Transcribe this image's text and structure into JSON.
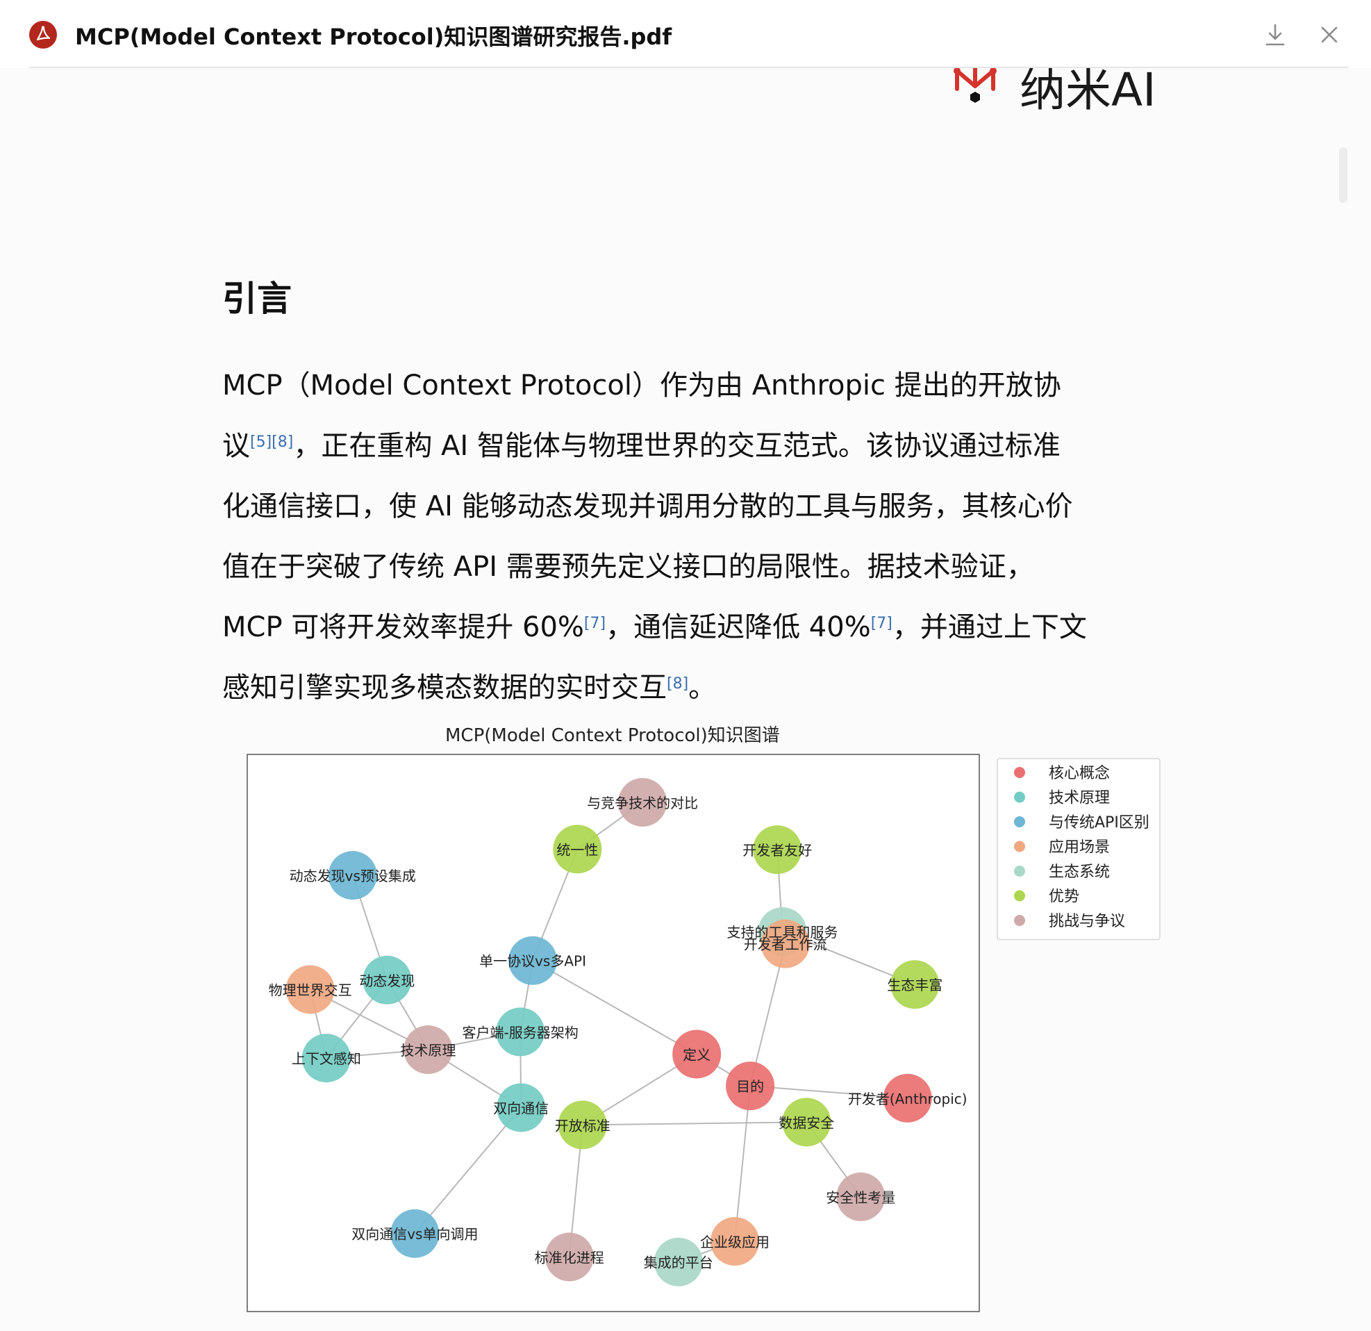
{
  "header": {
    "title": "MCP(Model Context Protocol)知识图谱研究报告.pdf",
    "pdf_icon": "acrobat-pdf-icon",
    "download_icon": "download-icon",
    "close_icon": "close-icon"
  },
  "logo": {
    "text": "纳米AI"
  },
  "section": {
    "heading": "引言"
  },
  "paragraph": {
    "segments": [
      {
        "t": "MCP（Model Context Protocol）作为由 Anthropic 提出的开放协",
        "br": true
      },
      {
        "t": "议"
      },
      {
        "sup": "[5][8]"
      },
      {
        "t": "，正在重构 AI 智能体与物理世界的交互范式。该协议通过标准",
        "br": true
      },
      {
        "t": "化通信接口，使 AI 能够动态发现并调用分散的工具与服务，其核心价",
        "br": true
      },
      {
        "t": "值在于突破了传统 API 需要预先定义接口的局限性。据技术验证，",
        "br": true
      },
      {
        "t": "MCP 可将开发效率提升 60%"
      },
      {
        "sup": "[7]"
      },
      {
        "t": "，通信延迟降低 40%"
      },
      {
        "sup": "[7]"
      },
      {
        "t": "，并通过上下文",
        "br": true
      },
      {
        "t": "感知引擎实现多模态数据的实时交互"
      },
      {
        "sup": "[8]"
      },
      {
        "t": "。"
      }
    ]
  },
  "chart_data": {
    "type": "network",
    "title": "MCP(Model Context Protocol)知识图谱",
    "legend": {
      "placement": "top-right-outside",
      "entries": [
        {
          "name": "核心概念",
          "color": "#ea7070"
        },
        {
          "name": "技术原理",
          "color": "#73ccc3"
        },
        {
          "name": "与传统API区别",
          "color": "#6db6d4"
        },
        {
          "name": "应用场景",
          "color": "#f0a882"
        },
        {
          "name": "生态系统",
          "color": "#a9d8c8"
        },
        {
          "name": "优势",
          "color": "#add64f"
        },
        {
          "name": "挑战与争议",
          "color": "#cfa9a9"
        }
      ]
    },
    "nodes": [
      {
        "id": "与竞争技术的对比",
        "group": "挑战与争议",
        "x": 0.54,
        "y": 0.086
      },
      {
        "id": "统一性",
        "group": "优势",
        "x": 0.451,
        "y": 0.17
      },
      {
        "id": "开发者友好",
        "group": "优势",
        "x": 0.724,
        "y": 0.171
      },
      {
        "id": "动态发现vs预设集成",
        "group": "与传统API区别",
        "x": 0.144,
        "y": 0.217
      },
      {
        "id": "支持的工具和服务",
        "group": "生态系统",
        "x": 0.731,
        "y": 0.318
      },
      {
        "id": "开发者工作流",
        "group": "应用场景",
        "x": 0.735,
        "y": 0.34
      },
      {
        "id": "单一协议vs多API",
        "group": "与传统API区别",
        "x": 0.39,
        "y": 0.37
      },
      {
        "id": "动态发现",
        "group": "技术原理",
        "x": 0.191,
        "y": 0.405
      },
      {
        "id": "物理世界交互",
        "group": "应用场景",
        "x": 0.086,
        "y": 0.422
      },
      {
        "id": "生态丰富",
        "group": "优势",
        "x": 0.912,
        "y": 0.413
      },
      {
        "id": "客户端-服务器架构",
        "group": "技术原理",
        "x": 0.373,
        "y": 0.498
      },
      {
        "id": "技术原理",
        "group": "挑战与争议",
        "x": 0.247,
        "y": 0.53
      },
      {
        "id": "上下文感知",
        "group": "技术原理",
        "x": 0.108,
        "y": 0.545
      },
      {
        "id": "定义",
        "group": "核心概念",
        "x": 0.614,
        "y": 0.538
      },
      {
        "id": "目的",
        "group": "核心概念",
        "x": 0.687,
        "y": 0.595
      },
      {
        "id": "开发者(Anthropic)",
        "group": "核心概念",
        "x": 0.902,
        "y": 0.617
      },
      {
        "id": "双向通信",
        "group": "技术原理",
        "x": 0.374,
        "y": 0.634
      },
      {
        "id": "开放标准",
        "group": "优势",
        "x": 0.458,
        "y": 0.665
      },
      {
        "id": "数据安全",
        "group": "优势",
        "x": 0.764,
        "y": 0.66
      },
      {
        "id": "安全性考量",
        "group": "挑战与争议",
        "x": 0.838,
        "y": 0.794
      },
      {
        "id": "双向通信vs单向调用",
        "group": "与传统API区别",
        "x": 0.229,
        "y": 0.86
      },
      {
        "id": "企业级应用",
        "group": "应用场景",
        "x": 0.666,
        "y": 0.874
      },
      {
        "id": "标准化进程",
        "group": "挑战与争议",
        "x": 0.44,
        "y": 0.902
      },
      {
        "id": "集成的平台",
        "group": "生态系统",
        "x": 0.589,
        "y": 0.911
      }
    ],
    "edges": [
      [
        "与竞争技术的对比",
        "统一性"
      ],
      [
        "统一性",
        "单一协议vs多API"
      ],
      [
        "开发者友好",
        "支持的工具和服务"
      ],
      [
        "支持的工具和服务",
        "生态丰富"
      ],
      [
        "开发者工作流",
        "目的"
      ],
      [
        "动态发现vs预设集成",
        "动态发现"
      ],
      [
        "动态发现",
        "技术原理"
      ],
      [
        "动态发现",
        "上下文感知"
      ],
      [
        "物理世界交互",
        "上下文感知"
      ],
      [
        "物理世界交互",
        "技术原理"
      ],
      [
        "单一协议vs多API",
        "客户端-服务器架构"
      ],
      [
        "单一协议vs多API",
        "定义"
      ],
      [
        "客户端-服务器架构",
        "双向通信"
      ],
      [
        "技术原理",
        "上下文感知"
      ],
      [
        "技术原理",
        "客户端-服务器架构"
      ],
      [
        "技术原理",
        "双向通信"
      ],
      [
        "定义",
        "目的"
      ],
      [
        "定义",
        "开放标准"
      ],
      [
        "目的",
        "开发者(Anthropic)"
      ],
      [
        "目的",
        "企业级应用"
      ],
      [
        "开放标准",
        "数据安全"
      ],
      [
        "开放标准",
        "标准化进程"
      ],
      [
        "双向通信",
        "双向通信vs单向调用"
      ],
      [
        "数据安全",
        "安全性考量"
      ],
      [
        "企业级应用",
        "集成的平台"
      ]
    ]
  }
}
